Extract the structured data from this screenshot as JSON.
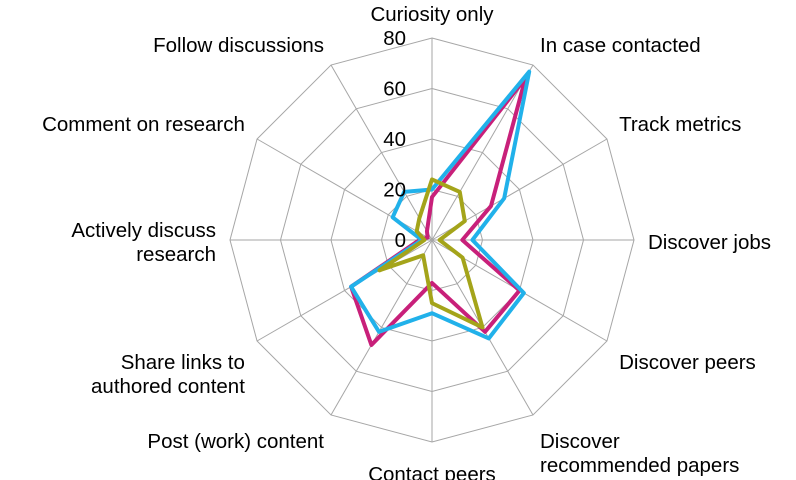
{
  "chart_data": {
    "type": "radar",
    "title": "",
    "categories": [
      "Curiosity only",
      "In case contacted",
      "Track metrics",
      "Discover jobs",
      "Discover peers",
      "Discover recommended papers",
      "Contact peers",
      "Post (work) content",
      "Share links to authored content",
      "Actively discuss research",
      "Comment on research",
      "Follow discussions"
    ],
    "category_labels": [
      [
        "Curiosity only"
      ],
      [
        "In case contacted"
      ],
      [
        "Track metrics"
      ],
      [
        "Discover jobs"
      ],
      [
        "Discover peers"
      ],
      [
        "Discover",
        "recommended papers"
      ],
      [
        "Contact peers"
      ],
      [
        "Post (work) content"
      ],
      [
        "Share links to",
        "authored content"
      ],
      [
        "Actively discuss",
        "research"
      ],
      [
        "Comment on research"
      ],
      [
        "Follow discussions"
      ]
    ],
    "radial_ticks": [
      "0",
      "20",
      "40",
      "60",
      "80"
    ],
    "rlim": [
      0,
      80
    ],
    "grid": true,
    "legend": "none",
    "series": [
      {
        "color": "#c8207a",
        "values": [
          17,
          74,
          27,
          12,
          40,
          42,
          17,
          48,
          37,
          5,
          2,
          4
        ]
      },
      {
        "color": "#21b1ea",
        "values": [
          20,
          77,
          33,
          16,
          42,
          45,
          29,
          42,
          37,
          4,
          18,
          22
        ]
      },
      {
        "color": "#a4a41a",
        "values": [
          24,
          22,
          15,
          3,
          14,
          40,
          25,
          7,
          24,
          3,
          7,
          10
        ]
      }
    ]
  }
}
